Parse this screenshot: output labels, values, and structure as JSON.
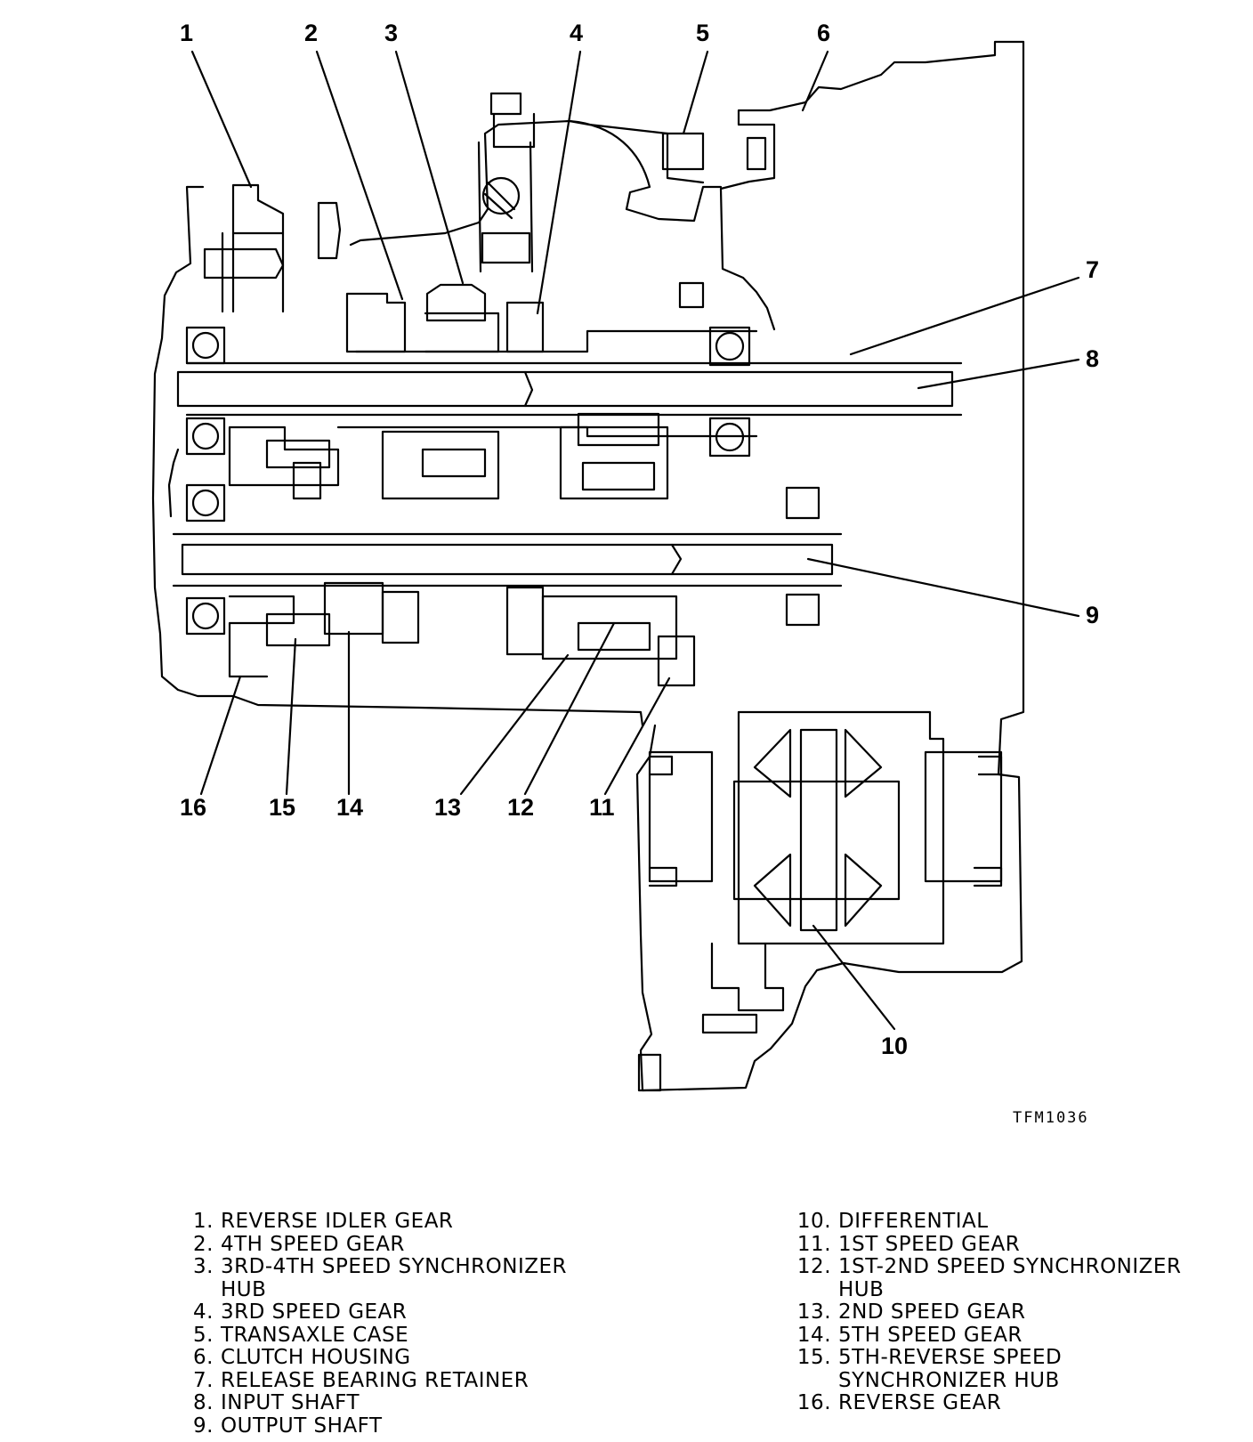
{
  "figure_code": "TFM1036",
  "callouts": [
    {
      "num": "1"
    },
    {
      "num": "2"
    },
    {
      "num": "3"
    },
    {
      "num": "4"
    },
    {
      "num": "5"
    },
    {
      "num": "6"
    },
    {
      "num": "7"
    },
    {
      "num": "8"
    },
    {
      "num": "9"
    },
    {
      "num": "10"
    },
    {
      "num": "11"
    },
    {
      "num": "12"
    },
    {
      "num": "13"
    },
    {
      "num": "14"
    },
    {
      "num": "15"
    },
    {
      "num": "16"
    }
  ],
  "legend": [
    {
      "num": "1.",
      "text": "REVERSE IDLER GEAR"
    },
    {
      "num": "2.",
      "text": "4TH SPEED GEAR"
    },
    {
      "num": "3.",
      "text": "3RD-4TH SPEED SYNCHRONIZER\nHUB"
    },
    {
      "num": "4.",
      "text": "3RD SPEED GEAR"
    },
    {
      "num": "5.",
      "text": "TRANSAXLE CASE"
    },
    {
      "num": "6.",
      "text": "CLUTCH HOUSING"
    },
    {
      "num": "7.",
      "text": "RELEASE BEARING RETAINER"
    },
    {
      "num": "8.",
      "text": "INPUT SHAFT"
    },
    {
      "num": "9.",
      "text": "OUTPUT SHAFT"
    },
    {
      "num": "10.",
      "text": "DIFFERENTIAL"
    },
    {
      "num": "11.",
      "text": "1ST SPEED GEAR"
    },
    {
      "num": "12.",
      "text": "1ST-2ND SPEED SYNCHRONIZER\nHUB"
    },
    {
      "num": "13.",
      "text": "2ND SPEED GEAR"
    },
    {
      "num": "14.",
      "text": "5TH SPEED GEAR"
    },
    {
      "num": "15.",
      "text": "5TH-REVERSE SPEED\nSYNCHRONIZER HUB"
    },
    {
      "num": "16.",
      "text": "REVERSE GEAR"
    }
  ]
}
